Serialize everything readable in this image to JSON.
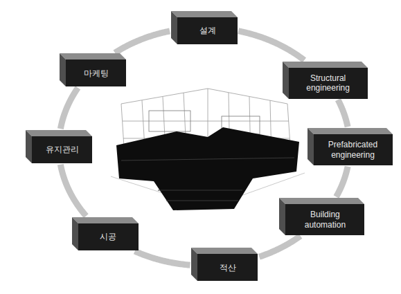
{
  "diagram": {
    "nodes": [
      {
        "text": [
          "설계"
        ]
      },
      {
        "text": [
          "Structural engineering"
        ]
      },
      {
        "text": [
          "Prefabricated engineering"
        ]
      },
      {
        "text": [
          "Building automation"
        ]
      },
      {
        "text": [
          "적산"
        ]
      },
      {
        "text": [
          "시공"
        ]
      },
      {
        "text": [
          "유지관리"
        ]
      },
      {
        "text": [
          "마케팅"
        ]
      }
    ],
    "edges": [
      {
        "from": 0,
        "to": 1,
        "arrow": "none"
      },
      {
        "from": 1,
        "to": 2,
        "arrow": "none"
      },
      {
        "from": 2,
        "to": 3,
        "arrow": "none"
      },
      {
        "from": 3,
        "to": 4,
        "arrow": "none"
      },
      {
        "from": 4,
        "to": 5,
        "arrow": "none"
      },
      {
        "from": 5,
        "to": 6,
        "arrow": "none"
      },
      {
        "from": 6,
        "to": 7,
        "arrow": "none"
      },
      {
        "from": 7,
        "to": 0,
        "arrow": "none"
      }
    ]
  }
}
